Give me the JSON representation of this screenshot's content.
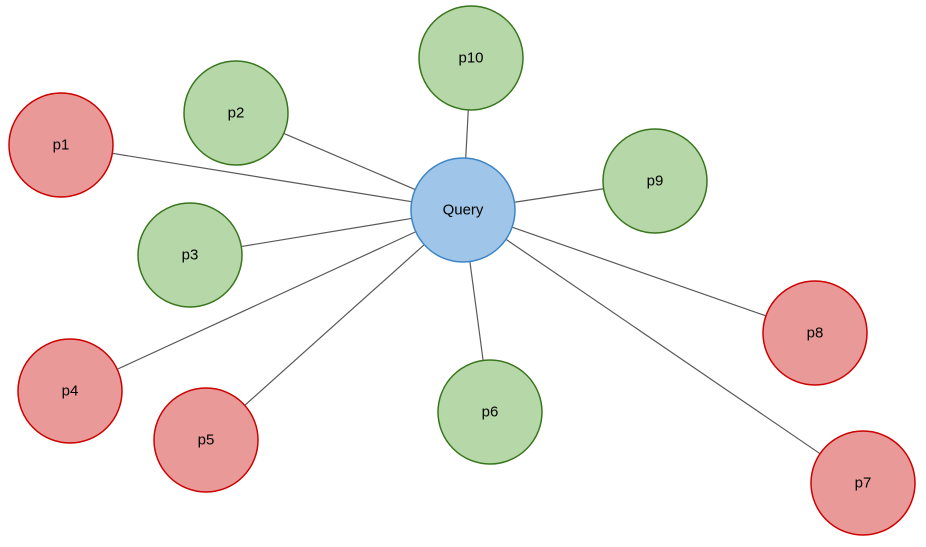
{
  "center": {
    "id": "query",
    "label": "Query",
    "fill": "#9fc5e8",
    "stroke": "#3d85c6"
  },
  "styles": {
    "relevant": {
      "fill": "#b6d7a8",
      "stroke": "#38761d"
    },
    "irrelevant": {
      "fill": "#ea9999",
      "stroke": "#cc0000"
    }
  },
  "nodes": [
    {
      "id": "p1",
      "label": "p1",
      "kind": "irrelevant"
    },
    {
      "id": "p2",
      "label": "p2",
      "kind": "relevant"
    },
    {
      "id": "p3",
      "label": "p3",
      "kind": "relevant"
    },
    {
      "id": "p4",
      "label": "p4",
      "kind": "irrelevant"
    },
    {
      "id": "p5",
      "label": "p5",
      "kind": "irrelevant"
    },
    {
      "id": "p6",
      "label": "p6",
      "kind": "relevant"
    },
    {
      "id": "p7",
      "label": "p7",
      "kind": "irrelevant"
    },
    {
      "id": "p8",
      "label": "p8",
      "kind": "irrelevant"
    },
    {
      "id": "p9",
      "label": "p9",
      "kind": "relevant"
    },
    {
      "id": "p10",
      "label": "p10",
      "kind": "relevant"
    }
  ]
}
